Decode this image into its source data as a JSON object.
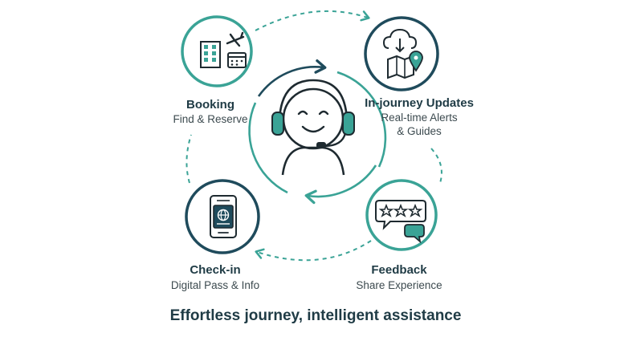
{
  "colors": {
    "teal": "#3aa396",
    "navy": "#1f4b5c",
    "outline": "#1e2a30",
    "text_dark": "#1f3b45",
    "text_body": "#3c4a4f"
  },
  "center": {
    "icon": "support-agent-headset-icon"
  },
  "steps": [
    {
      "title": "Booking",
      "subtitle_lines": [
        "Find & Reserve"
      ],
      "icons": [
        "hotel-building-icon",
        "airplane-icon",
        "calendar-icon"
      ]
    },
    {
      "title": "In-journey Updates",
      "subtitle_lines": [
        "Real-time Alerts",
        "& Guides"
      ],
      "icons": [
        "cloud-download-icon",
        "map-pin-icon"
      ]
    },
    {
      "title": "Feedback",
      "subtitle_lines": [
        "Share Experience"
      ],
      "icons": [
        "star-rating-bubble-icon"
      ]
    },
    {
      "title": "Check-in",
      "subtitle_lines": [
        "Digital Pass & Info"
      ],
      "icons": [
        "passport-phone-icon"
      ]
    }
  ],
  "tagline": "Effortless journey, intelligent assistance"
}
